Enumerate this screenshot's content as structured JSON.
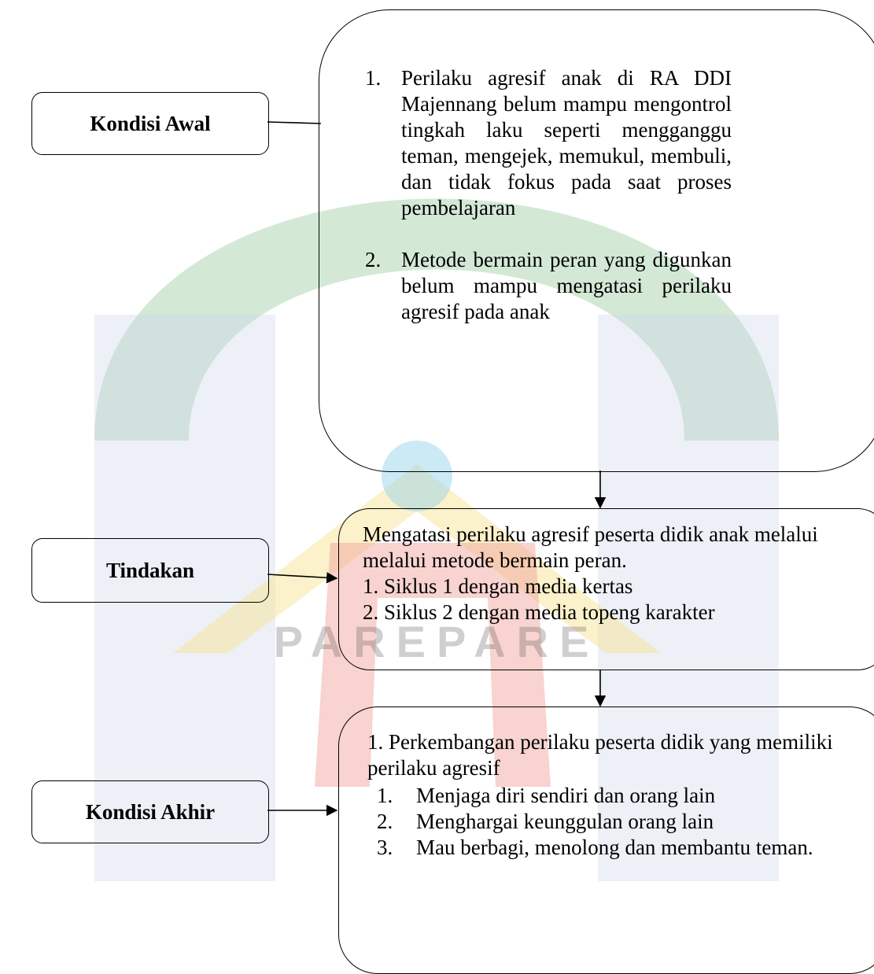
{
  "watermark": {
    "colors": {
      "green": "#9dcfa5",
      "blue": "#cfd5ea",
      "red": "#ef9d96",
      "yellow": "#f6df8a",
      "cyan": "#8fd0e8"
    },
    "text": "PAREPARE"
  },
  "labels": {
    "kondisi_awal": "Kondisi Awal",
    "tindakan": "Tindakan",
    "kondisi_akhir": "Kondisi Akhir"
  },
  "kondisi_awal_box": {
    "items": [
      {
        "num": "1.",
        "text": "Perilaku agresif anak di RA DDI Majennang belum mampu mengontrol tingkah laku seperti mengganggu teman, mengejek, memukul, membuli, dan tidak fokus pada saat proses pembelajaran"
      },
      {
        "num": "2.",
        "text": "Metode bermain peran yang digunkan belum mampu mengatasi perilaku agresif pada anak"
      }
    ]
  },
  "tindakan_box": {
    "intro": "Mengatasi perilaku agresif peserta didik anak melalui melalui metode bermain peran.",
    "items": [
      "1. Siklus 1 dengan media kertas",
      "2. Siklus 2 dengan media topeng karakter"
    ]
  },
  "kondisi_akhir_box": {
    "intro": "1. Perkembangan perilaku peserta didik yang memiliki perilaku agresif",
    "items": [
      {
        "num": "1.",
        "text": "Menjaga diri sendiri dan orang lain"
      },
      {
        "num": "2.",
        "text": "Menghargai keunggulan orang lain"
      },
      {
        "num": "3.",
        "text": "Mau berbagi, menolong dan membantu teman."
      }
    ]
  }
}
